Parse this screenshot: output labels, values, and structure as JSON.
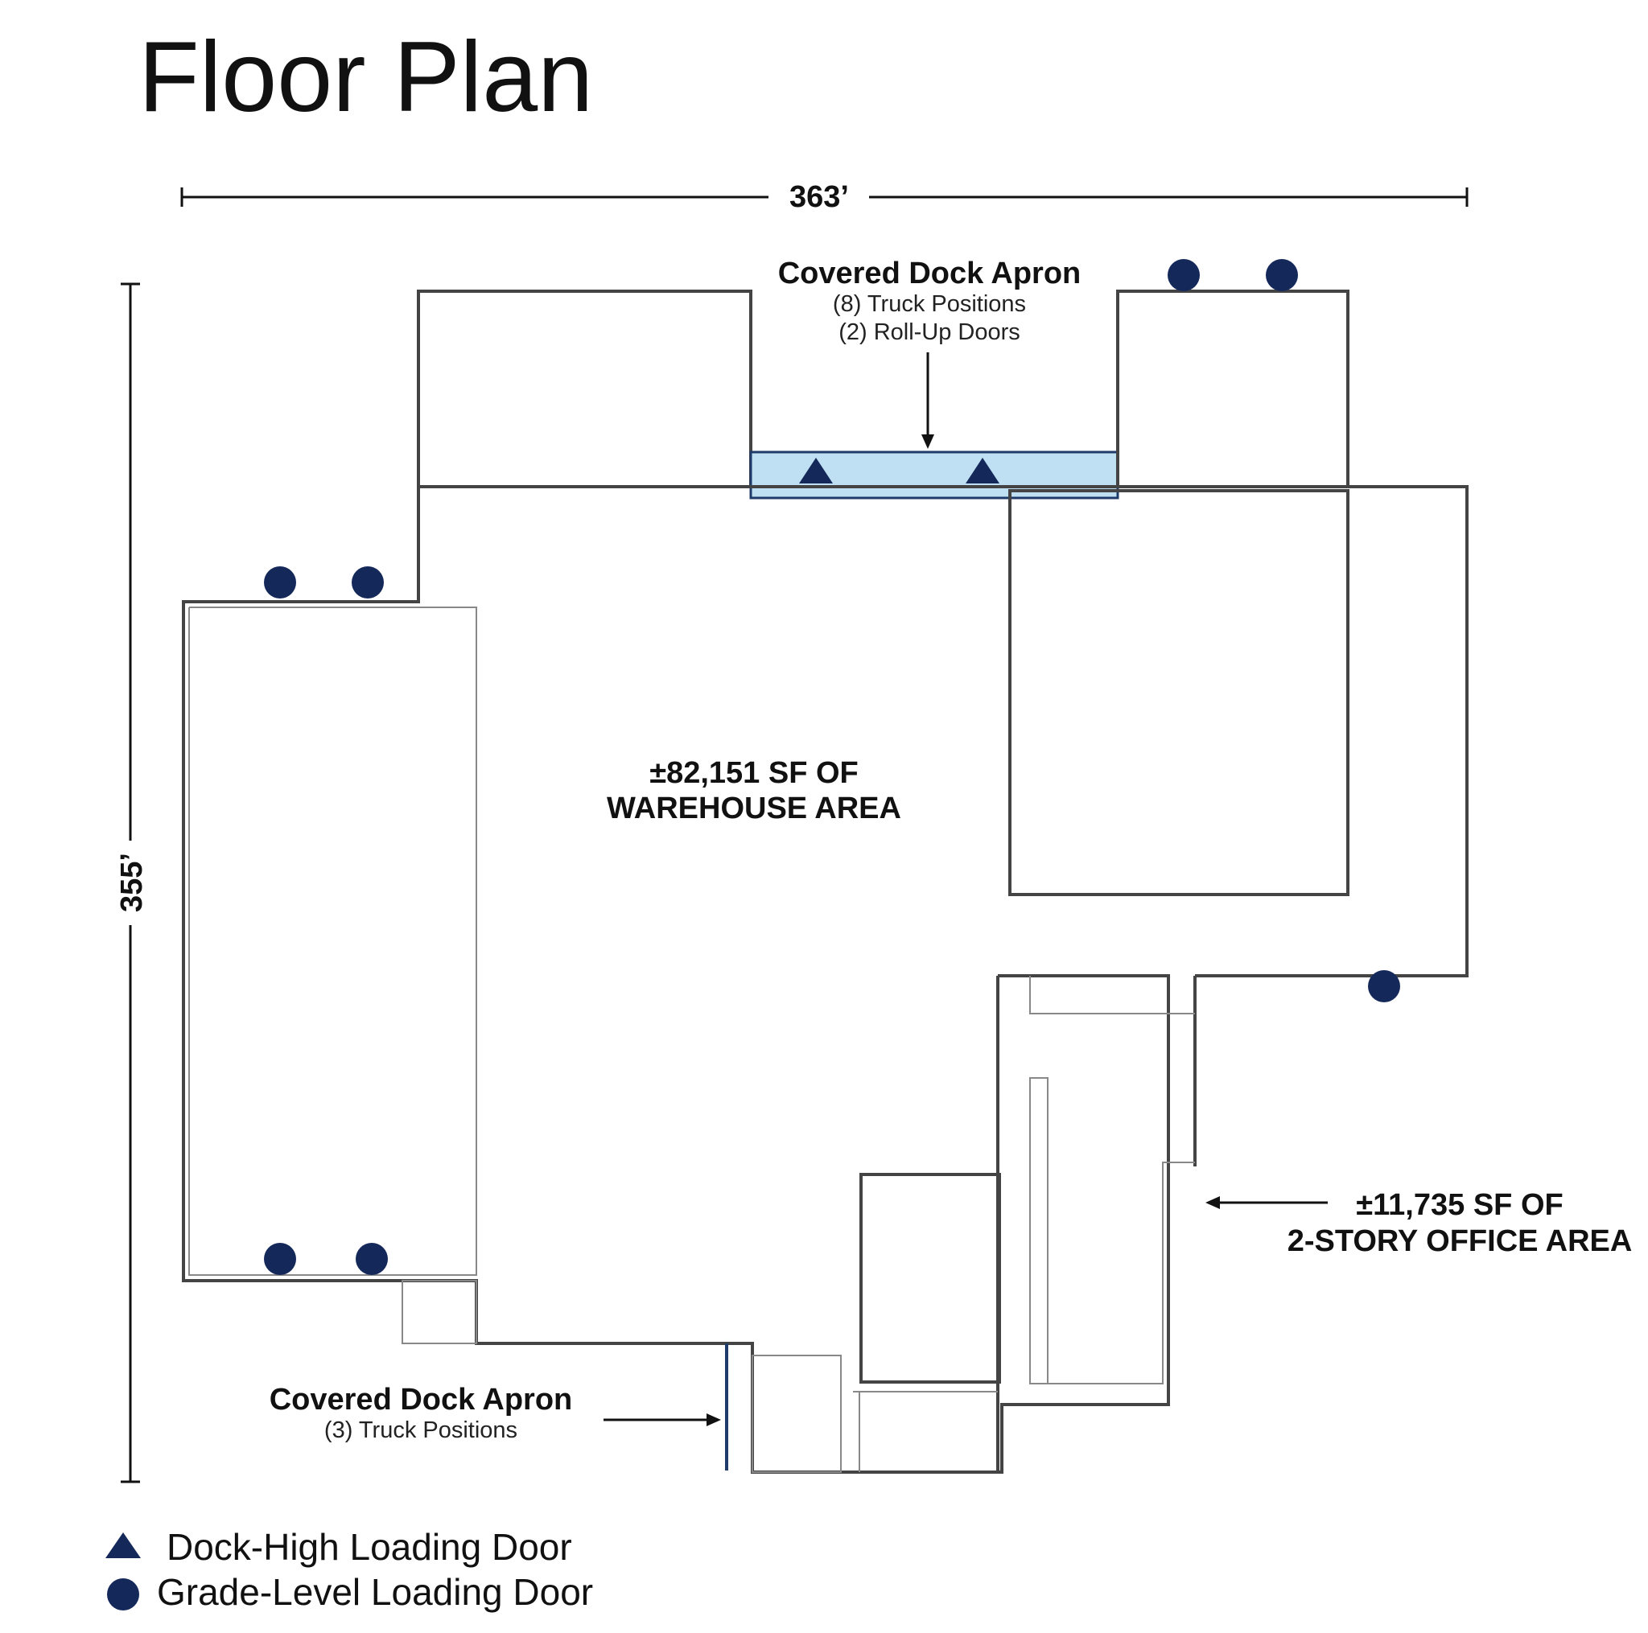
{
  "title": "Floor Plan",
  "dimensions": {
    "width_label": "363’",
    "height_label": "355’"
  },
  "labels": {
    "top_apron": {
      "title": "Covered Dock Apron",
      "line1": "(8) Truck Positions",
      "line2": "(2) Roll-Up Doors"
    },
    "bottom_apron": {
      "title": "Covered Dock Apron",
      "line1": "(3) Truck Positions"
    },
    "warehouse": {
      "line1": "±82,151 SF OF",
      "line2": "WAREHOUSE AREA"
    },
    "office": {
      "line1": "±11,735 SF OF",
      "line2": "2-STORY OFFICE AREA"
    }
  },
  "legend": {
    "dock_high": "Dock-High Loading Door",
    "grade_level": "Grade-Level Loading Door"
  },
  "colors": {
    "navy": "#14285a",
    "apron": "#bfe0f2"
  },
  "icons": {
    "dock_high": "triangle-icon",
    "grade_level": "circle-icon"
  }
}
